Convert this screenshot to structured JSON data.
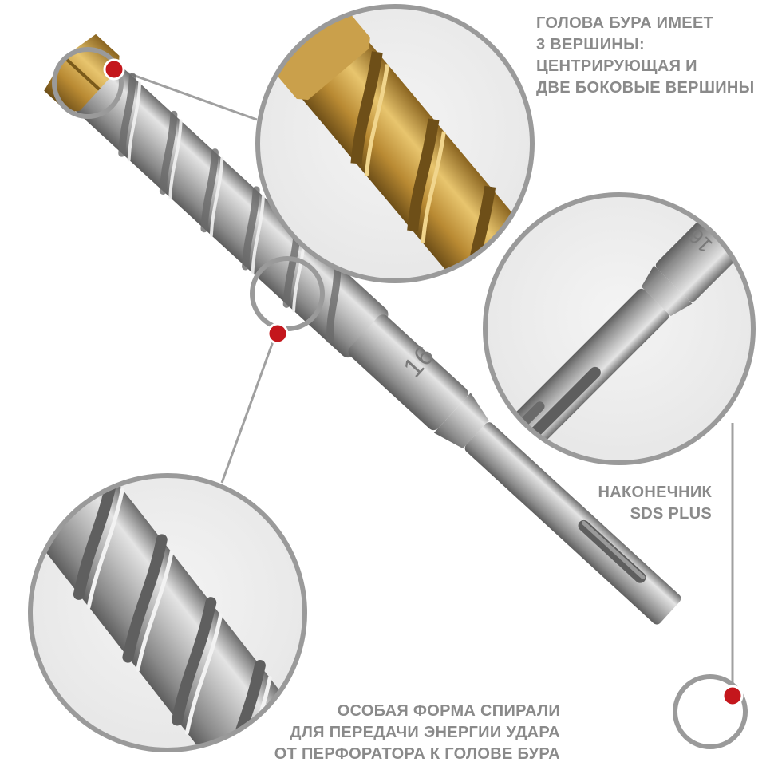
{
  "annotations": {
    "head": [
      "ГОЛОВА БУРА ИМЕЕТ",
      "3 ВЕРШИНЫ:",
      "ЦЕНТРИРУЮЩАЯ И",
      "ДВЕ БОКОВЫЕ ВЕРШИНЫ"
    ],
    "shank": [
      "НАКОНЕЧНИК",
      "SDS PLUS"
    ],
    "spiral": [
      "ОСОБАЯ ФОРМА СПИРАЛИ",
      "ДЛЯ ПЕРЕДАЧИ ЭНЕРГИИ УДАРА",
      "ОТ ПЕРФОРАТОРА К ГОЛОВЕ БУРА"
    ]
  },
  "drill": {
    "size_marking": "16"
  },
  "colors": {
    "marker": "#c4161c",
    "ring": "#9a9a9a",
    "steel": "#b9b9b9",
    "carbide": "#c8a04a",
    "text": "#8a8a8a"
  }
}
